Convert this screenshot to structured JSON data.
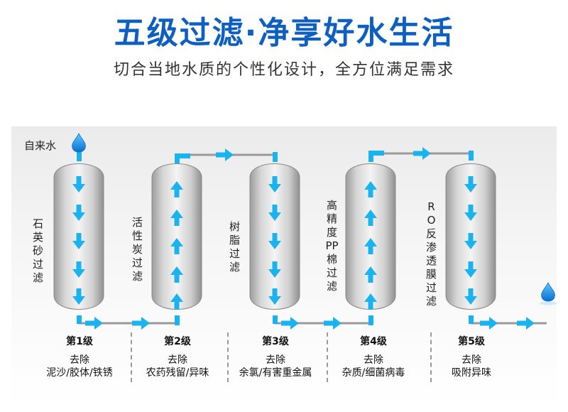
{
  "header": {
    "title": "五级过滤·净享好水生活",
    "subtitle": "切合当地水质的个性化设计，全方位满足需求"
  },
  "diagram": {
    "inlet_label": "自来水",
    "colors": {
      "arrow": "#19b4f0",
      "pipe": "#9a9a9a",
      "drop": "#1a8be0"
    },
    "tanks": [
      {
        "name": "石英砂过滤",
        "flow": "down"
      },
      {
        "name": "活性炭过滤",
        "flow": "up"
      },
      {
        "name": "树脂过滤",
        "flow": "down"
      },
      {
        "name": "高精度PP棉过滤",
        "flow": "up"
      },
      {
        "name": "RO反渗透膜过滤",
        "flow": "down"
      }
    ]
  },
  "stages": [
    {
      "level": "第1级",
      "action": "去除",
      "targets": "泥沙/胶体/铁锈"
    },
    {
      "level": "第2级",
      "action": "去除",
      "targets": "农药残留/异味"
    },
    {
      "level": "第3级",
      "action": "去除",
      "targets": "余氯/有害重金属"
    },
    {
      "level": "第4级",
      "action": "去除",
      "targets": "杂质/细菌病毒"
    },
    {
      "level": "第5级",
      "action": "去除",
      "targets": "吸附异味"
    }
  ]
}
